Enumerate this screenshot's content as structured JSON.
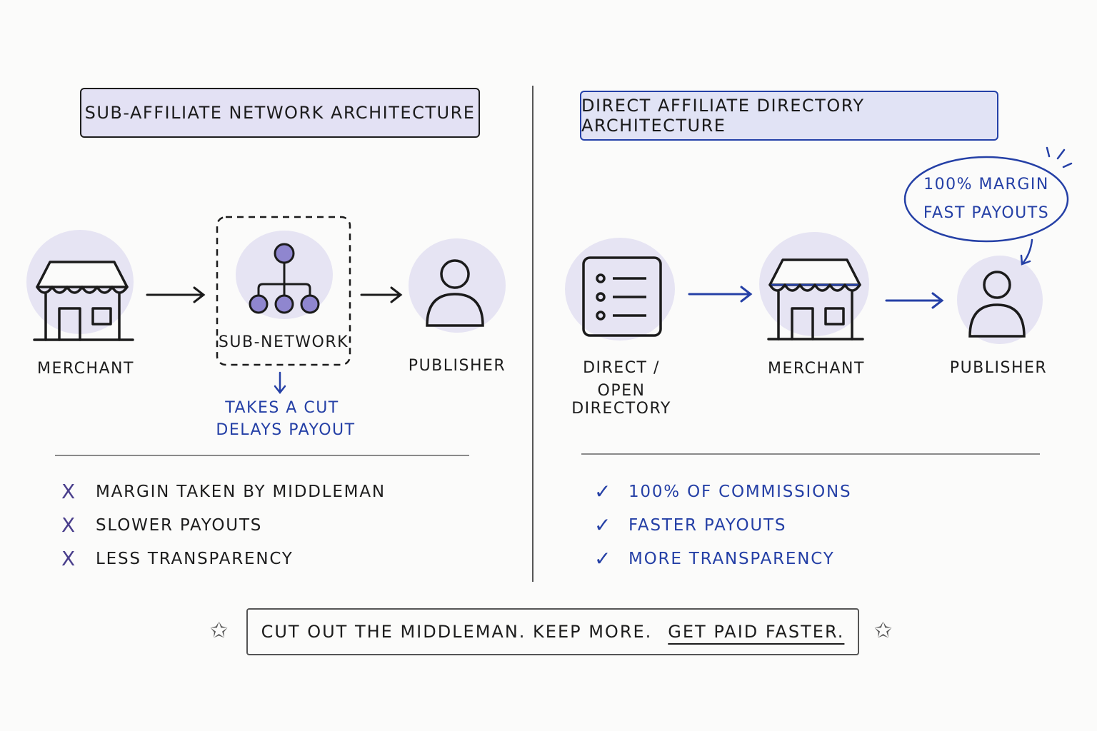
{
  "left": {
    "title": "Sub-Affiliate Network Architecture",
    "nodes": {
      "merchant": "Merchant",
      "subnetwork": "Sub-Network",
      "publisher": "Publisher"
    },
    "note_lines": [
      "Takes a cut",
      "Delays payout"
    ],
    "cons": [
      {
        "mark": "X",
        "text": "Margin taken by middleman"
      },
      {
        "mark": "X",
        "text": "Slower payouts"
      },
      {
        "mark": "X",
        "text": "Less transparency"
      }
    ]
  },
  "right": {
    "title": "Direct Affiliate Directory Architecture",
    "nodes": {
      "directory_line1": "Direct /",
      "directory_line2": "Open Directory",
      "merchant": "Merchant",
      "publisher": "Publisher"
    },
    "bubble_lines": [
      "100% margin",
      "Fast payouts"
    ],
    "pros": [
      {
        "mark": "✓",
        "text": "100% of commissions"
      },
      {
        "mark": "✓",
        "text": "Faster payouts"
      },
      {
        "mark": "✓",
        "text": "More transparency"
      }
    ]
  },
  "footer": {
    "part1": "Cut out the middleman. Keep more.",
    "part2": "Get paid faster.",
    "star": "✩"
  },
  "colors": {
    "accent_blue": "#2540a6",
    "lavender": "#e3e1f4",
    "node_fill": "#8f86cf"
  }
}
